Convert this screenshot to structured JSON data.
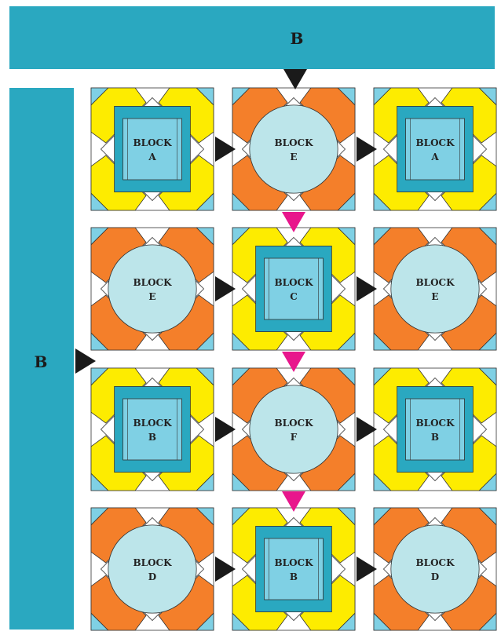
{
  "colors": {
    "teal": "#2aa8c0",
    "teal_dark": "#1d8aa3",
    "light_blue": "#7fd0e4",
    "pale_circle": "#bce5ea",
    "orange": "#f47f2a",
    "yellow": "#fdec00",
    "white": "#ffffff",
    "outline": "#333333",
    "arrow_black": "#1a1a1a",
    "arrow_magenta": "#e8168c"
  },
  "strips": {
    "top": {
      "label": "B",
      "color": "#2aa8c0"
    },
    "left": {
      "label": "B",
      "color": "#2aa8c0"
    }
  },
  "blocks": [
    [
      {
        "letter": "A",
        "style": "square-yellow",
        "label": "BLOCK"
      },
      {
        "letter": "E",
        "style": "circle-orange",
        "label": "BLOCK"
      },
      {
        "letter": "A",
        "style": "square-yellow",
        "label": "BLOCK"
      }
    ],
    [
      {
        "letter": "E",
        "style": "circle-orange",
        "label": "BLOCK"
      },
      {
        "letter": "C",
        "style": "square-yellow",
        "label": "BLOCK"
      },
      {
        "letter": "E",
        "style": "circle-orange",
        "label": "BLOCK"
      }
    ],
    [
      {
        "letter": "B",
        "style": "square-yellow",
        "label": "BLOCK"
      },
      {
        "letter": "F",
        "style": "circle-orange",
        "label": "BLOCK"
      },
      {
        "letter": "B",
        "style": "square-yellow",
        "label": "BLOCK"
      }
    ],
    [
      {
        "letter": "D",
        "style": "circle-orange",
        "label": "BLOCK"
      },
      {
        "letter": "B",
        "style": "square-yellow",
        "label": "BLOCK"
      },
      {
        "letter": "D",
        "style": "circle-orange",
        "label": "BLOCK"
      }
    ]
  ]
}
